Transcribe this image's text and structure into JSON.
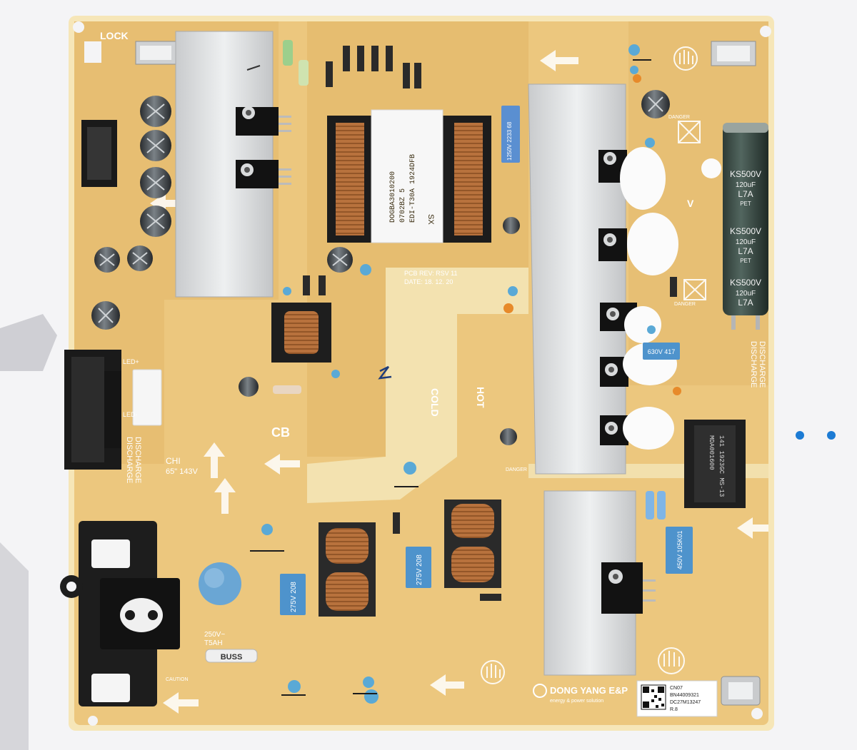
{
  "board": {
    "base_color": "#ecc77e",
    "trace_color": "#e0b468",
    "silk_color": "#ffffff",
    "heatsink_color": "#d9dbdc",
    "transformer_color": "#1c1c1c",
    "cap_color": "#3b3f42",
    "ceramic_cap_color": "#5aa9d6",
    "x_cap_color": "#4e93cc"
  },
  "labels": {
    "lock": "LOCK",
    "cb": "CB",
    "cold": "COLD",
    "hot": "HOT",
    "discharge_left_1": "DISCHARGE",
    "discharge_left_2": "DISCHARGE",
    "discharge_right_1": "DISCHARGE",
    "discharge_right_2": "DISCHARGE",
    "chi": "CHI",
    "voltage_rating": "65\" 143V",
    "v": "V",
    "led_plus": "LED+",
    "led_minus": "LED-",
    "danger_1": "DANGER",
    "danger_2": "DANGER",
    "danger_3": "DANGER",
    "pcb_rev": "PCB REV: RSV 11",
    "date": "DATE: 18. 12. 20",
    "fuse_rating_1": "250V~",
    "fuse_rating_2": "T5AH",
    "fuse_brand": "BUSS",
    "caution": "CAUTION",
    "dong_yang": "DONG YANG E&P",
    "dong_yang_tagline": "energy & power solution",
    "model_cn": "CN07",
    "model_bn": "BN44009321",
    "model_dc": "DC27M13247",
    "model_rev": "R.8"
  },
  "components": {
    "bulk_cap": [
      "KS500V",
      "120uF",
      "L7A",
      "PET",
      "KS500V",
      "120uF",
      "L7A",
      "PET",
      "KS500V",
      "120uF",
      "L7A"
    ],
    "x_cap_1": "275V 208",
    "x_cap_2": "275V 208",
    "x_cap_3": "450V 105K01",
    "film_cap": "630V 417",
    "y_cap_top": "1250V 2233 68",
    "transformer_main": [
      "DOGBA3010200",
      "0702BZ 5",
      "EDI-T30A 1924DFB"
    ],
    "transformer_main_side": "SX",
    "transformer_right": [
      "141 1923GC MS-13",
      "MDA001600"
    ]
  }
}
